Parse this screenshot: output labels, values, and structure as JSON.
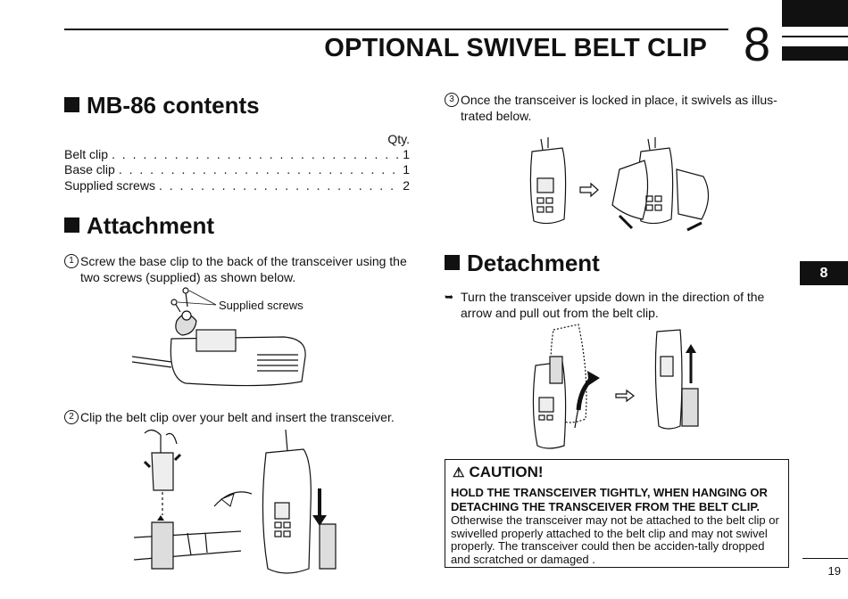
{
  "header": {
    "chapter_title": "OPTIONAL SWIVEL BELT CLIP",
    "chapter_number": "8"
  },
  "side_tab": {
    "label": "8"
  },
  "contents": {
    "heading": "MB-86 contents",
    "qty_header": "Qty.",
    "items": [
      {
        "name": "Belt clip",
        "qty": "1"
      },
      {
        "name": "Base clip",
        "qty": "1"
      },
      {
        "name": "Supplied screws",
        "qty": "2"
      }
    ]
  },
  "attachment": {
    "heading": "Attachment",
    "step1": {
      "num": "1",
      "text": "Screw the base clip to the back of the transceiver using the two screws (supplied) as shown below."
    },
    "screws_label": "Supplied screws",
    "step2": {
      "num": "2",
      "text": "Clip the belt clip over your belt and insert the transceiver."
    }
  },
  "swivel": {
    "step3": {
      "num": "3",
      "text": "Once the transceiver is locked in place, it swivels as illus-trated below."
    }
  },
  "detachment": {
    "heading": "Detachment",
    "text": "Turn the transceiver upside down in the direction of the arrow and pull out from the belt clip."
  },
  "caution": {
    "title": "CAUTION!",
    "bold_text": "HOLD THE TRANSCEIVER TIGHTLY, WHEN HANGING OR DETACHING THE TRANSCEIVER FROM THE BELT CLIP.",
    "body_text": "Otherwise the transceiver may not be attached to the belt clip or swivelled properly attached to the belt clip and may not swivel properly. The transceiver could then be acciden-tally dropped and scratched or damaged ."
  },
  "footer": {
    "page_number": "19"
  }
}
